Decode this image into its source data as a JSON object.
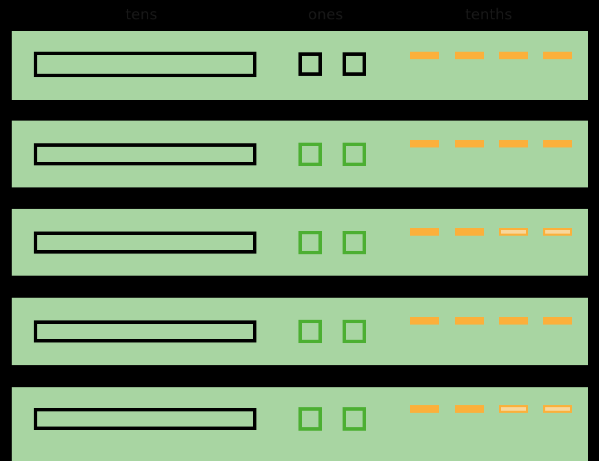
{
  "board": {
    "background_color": "#000000",
    "row_color": "#A8D5A2",
    "rod_border_black": "#000000",
    "unit_border_green": "#4CAF32",
    "dash_color": "#FBB03B",
    "dash_hollow_color": "#F9D79B"
  },
  "header": {
    "columns": [
      {
        "label": "tens"
      },
      {
        "label": "ones"
      },
      {
        "label": "tenths"
      }
    ]
  },
  "rows": [
    {
      "index": 1,
      "tens": {
        "count": 1,
        "style": "black-outline"
      },
      "ones": {
        "count": 2,
        "style": "black-outline"
      },
      "tenths": {
        "count": 4,
        "solid": 4,
        "hollow": 0
      }
    },
    {
      "index": 2,
      "tens": {
        "count": 1,
        "style": "black-outline"
      },
      "ones": {
        "count": 2,
        "style": "green-outline"
      },
      "tenths": {
        "count": 4,
        "solid": 4,
        "hollow": 0
      }
    },
    {
      "index": 3,
      "tens": {
        "count": 1,
        "style": "black-outline"
      },
      "ones": {
        "count": 2,
        "style": "green-outline"
      },
      "tenths": {
        "count": 4,
        "solid": 2,
        "hollow": 2
      }
    },
    {
      "index": 4,
      "tens": {
        "count": 1,
        "style": "black-outline"
      },
      "ones": {
        "count": 2,
        "style": "green-outline"
      },
      "tenths": {
        "count": 4,
        "solid": 4,
        "hollow": 0
      }
    },
    {
      "index": 5,
      "tens": {
        "count": 1,
        "style": "black-outline"
      },
      "ones": {
        "count": 2,
        "style": "green-outline"
      },
      "tenths": {
        "count": 4,
        "solid": 2,
        "hollow": 2
      }
    }
  ]
}
